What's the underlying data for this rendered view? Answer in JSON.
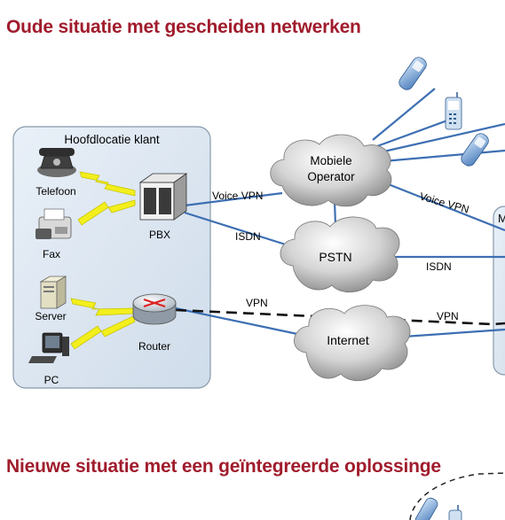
{
  "headings": {
    "old_situation": "Oude situatie met gescheiden netwerken",
    "new_situation": "Nieuwe situatie met een geïntegreerde oplossinge"
  },
  "customer_box": {
    "title": "Hoofdlocatie klant"
  },
  "devices": {
    "phone": "Telefoon",
    "fax": "Fax",
    "server": "Server",
    "pc": "PC",
    "pbx": "PBX",
    "router": "Router"
  },
  "clouds": {
    "mobile_line1": "Mobiele",
    "mobile_line2": "Operator",
    "pstn": "PSTN",
    "internet": "Internet"
  },
  "links": {
    "voice_vpn_left": "Voice VPN",
    "voice_vpn_right": "Voice VPN",
    "isdn_left": "ISDN",
    "isdn_right": "ISDN",
    "vpn_left": "VPN",
    "vpn_right": "VPN"
  },
  "right_box_partial": "M",
  "colors": {
    "heading": "#a01c2c",
    "link": "#3d6fb3",
    "box_fill": "#dde8f3",
    "box_stroke": "#8899aa",
    "lightning": "#f3ef1d"
  }
}
